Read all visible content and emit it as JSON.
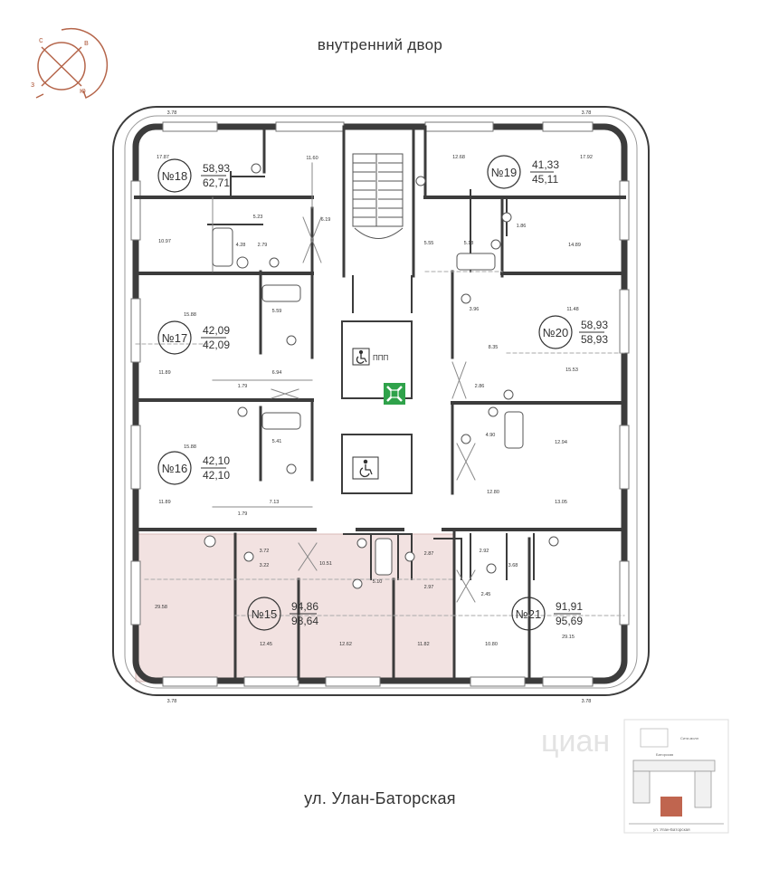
{
  "header": {
    "title": "внутренний двор"
  },
  "footer": {
    "street": "ул. Улан-Баторская"
  },
  "compass": {
    "n": "с",
    "e": "в",
    "s": "ю",
    "w": "з"
  },
  "colors": {
    "highlight_fill": "#f2e2e1",
    "highlight_stroke": "#d8b9b7",
    "wall": "#3c3c3c",
    "compass": "#b5654a",
    "exit_sign": "#2fa24a"
  },
  "icons": {
    "accessible": "wheelchair-icon",
    "exit": "emergency-exit-icon",
    "compass": "compass-icon"
  },
  "corner_dims": {
    "tl": "3.78",
    "tr": "3.78",
    "bl": "3.78",
    "br": "3.78"
  },
  "elevator": {
    "label": "ППП"
  },
  "apartments": [
    {
      "no": "№18",
      "living": "58,93",
      "total": "62,71"
    },
    {
      "no": "№19",
      "living": "41,33",
      "total": "45,11"
    },
    {
      "no": "№17",
      "living": "42,09",
      "total": "42,09"
    },
    {
      "no": "№20",
      "living": "58,93",
      "total": "58,93"
    },
    {
      "no": "№16",
      "living": "42,10",
      "total": "42,10"
    },
    {
      "no": "№15",
      "living": "94,86",
      "total": "98,64"
    },
    {
      "no": "№21",
      "living": "91,91",
      "total": "95,69"
    }
  ],
  "rooms": [
    "17.87",
    "11.60",
    "12.68",
    "17.92",
    "5.23",
    "6.19",
    "10.97",
    "4.28",
    "2.79",
    "5.55",
    "5.18",
    "1.86",
    "14.89",
    "15.88",
    "5.59",
    "11.48",
    "3.96",
    "8.35",
    "11.89",
    "6.94",
    "15.53",
    "1.79",
    "2.86",
    "15.88",
    "5.41",
    "4.90",
    "12.94",
    "11.89",
    "7.13",
    "12.80",
    "13.05",
    "1.79",
    "3.72",
    "3.22",
    "10.51",
    "5.10",
    "2.87",
    "2.92",
    "29.58",
    "2.97",
    "3.68",
    "2.45",
    "12.45",
    "12.62",
    "11.82",
    "10.80",
    "29.15"
  ],
  "minimap": {
    "street": "ул. Улан-Баторская",
    "note": "Сити-молл",
    "label": "Баторская"
  },
  "watermark": "циан"
}
